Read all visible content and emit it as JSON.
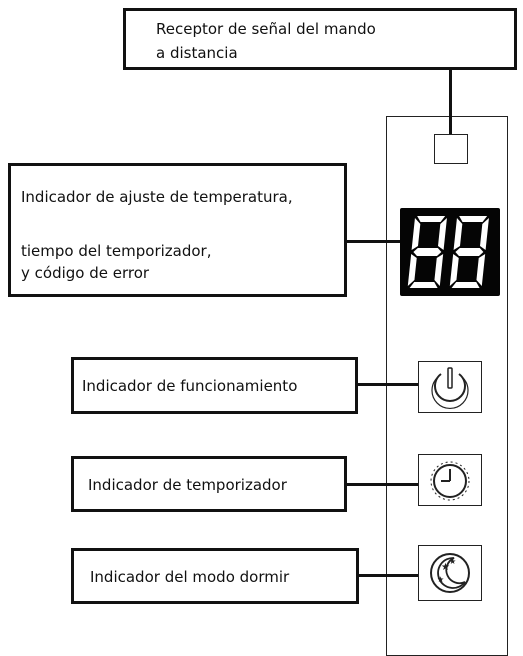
{
  "labels": {
    "remote_receiver": [
      "Receptor de señal del mando",
      "a distancia"
    ],
    "temperature": {
      "line1": "Indicador de ajuste de temperatura,",
      "line2": "tiempo del temporizador,",
      "line3": "y código de error"
    },
    "operation": "Indicador de funcionamiento",
    "timer": "Indicador de temporizador",
    "sleep": "Indicador del modo dormir"
  },
  "display": {
    "digits": "88"
  },
  "icons": [
    "power-icon",
    "timer-clock-icon",
    "sleep-moon-stars-icon"
  ]
}
